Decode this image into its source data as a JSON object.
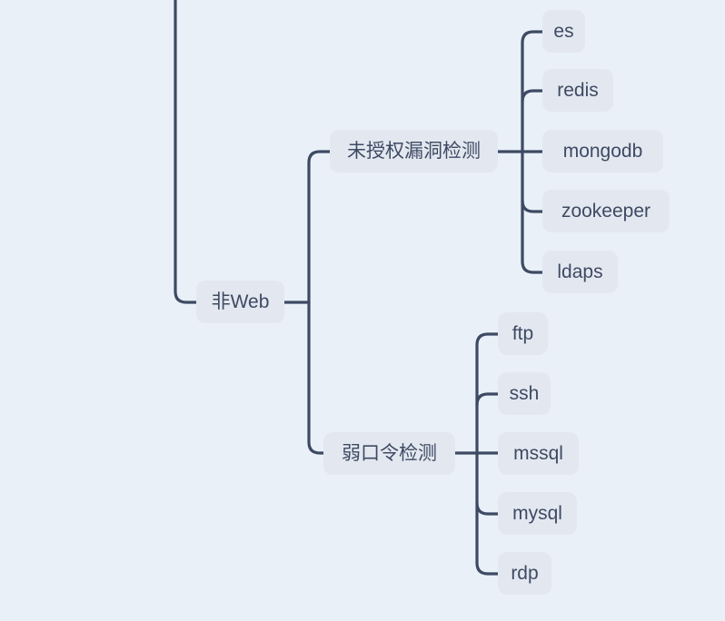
{
  "palette": {
    "page_bg": "#e9f0f8",
    "node_bg": "#e3e8f0",
    "line": "#3d4a63",
    "text": "#3e4a63"
  },
  "mindmap": {
    "parent": {
      "label": "非Web"
    },
    "branches": [
      {
        "label": "未授权漏洞检测",
        "children": [
          "es",
          "redis",
          "mongodb",
          "zookeeper",
          "ldaps"
        ]
      },
      {
        "label": "弱口令检测",
        "children": [
          "ftp",
          "ssh",
          "mssql",
          "mysql",
          "rdp"
        ]
      }
    ]
  }
}
